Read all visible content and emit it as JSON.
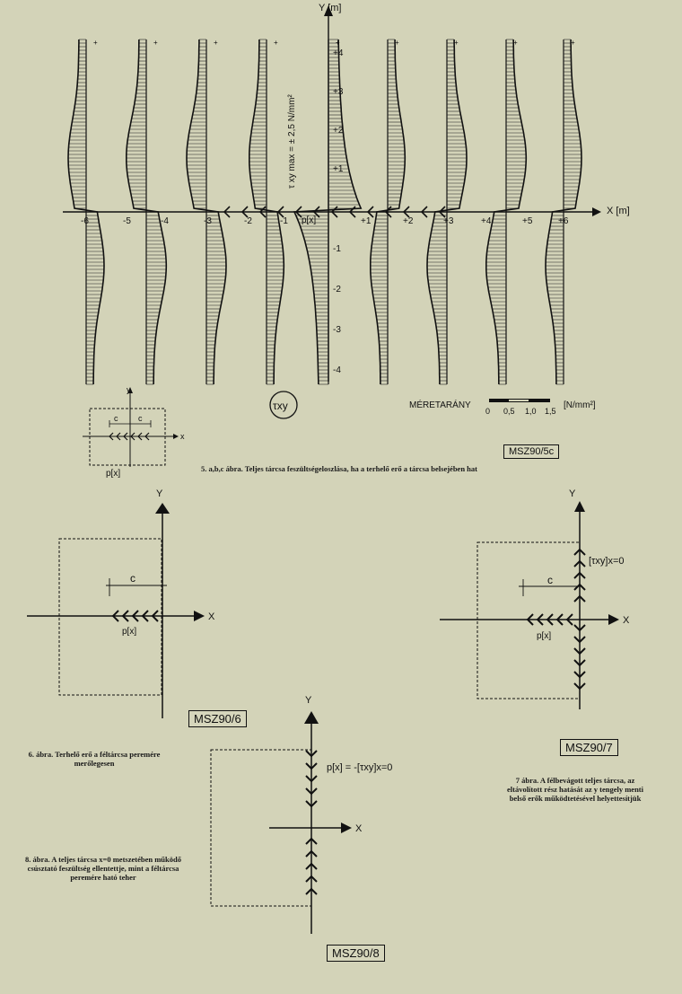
{
  "fig5": {
    "y_axis_label": "Y [m]",
    "x_axis_label": "X [m]",
    "x_ticks": [
      "-6",
      "-5",
      "-4",
      "-3",
      "-2",
      "-1",
      "+1",
      "+2",
      "+3",
      "+4",
      "+5",
      "+6"
    ],
    "y_ticks_pos": [
      "+4",
      "+3",
      "+2",
      "+1"
    ],
    "y_ticks_neg": [
      "-1",
      "-2",
      "-3",
      "-4"
    ],
    "load_label": "p[x]",
    "tau_max_label": "τ xy max = ± 2,5 N/mm²",
    "tau_symbol": "τxy",
    "curve_top_label": "+",
    "scale": {
      "title": "MÉRETARÁNY",
      "ticks": [
        "0",
        "0,5",
        "1,0",
        "1,5"
      ],
      "unit": "[N/mm²]"
    },
    "inset": {
      "y": "y",
      "x": "x",
      "c1": "c",
      "c2": "c",
      "p": "p[x]"
    },
    "code": "MSZ90/5c",
    "caption": "5. a,b,c ábra. Teljes tárcsa feszültségeloszlása, ha a terhelő erő a tárcsa belsejében hat"
  },
  "fig6": {
    "y": "Y",
    "x": "X",
    "c": "c",
    "p": "p[x]",
    "code": "MSZ90/6",
    "caption": "6. ábra. Terhelő erő a féltárcsa peremére merőlegesen"
  },
  "fig7": {
    "y": "Y",
    "x": "X",
    "c": "c",
    "p": "p[x]",
    "tau_label": "[τxy]x=0",
    "code": "MSZ90/7",
    "caption": "7 ábra. A félbevágott teljes tárcsa, az eltávolított rész hatását az y tengely menti belső erők működtetésével helyettesítjük"
  },
  "fig8": {
    "y": "Y",
    "x": "X",
    "p_label": "p[x] = -[τxy]x=0",
    "code": "MSZ90/8",
    "caption": "8. ábra. A teljes tárcsa x=0 metszetében működő csúsztató feszültség ellentettje, mint a féltárcsa peremére ható teher"
  }
}
